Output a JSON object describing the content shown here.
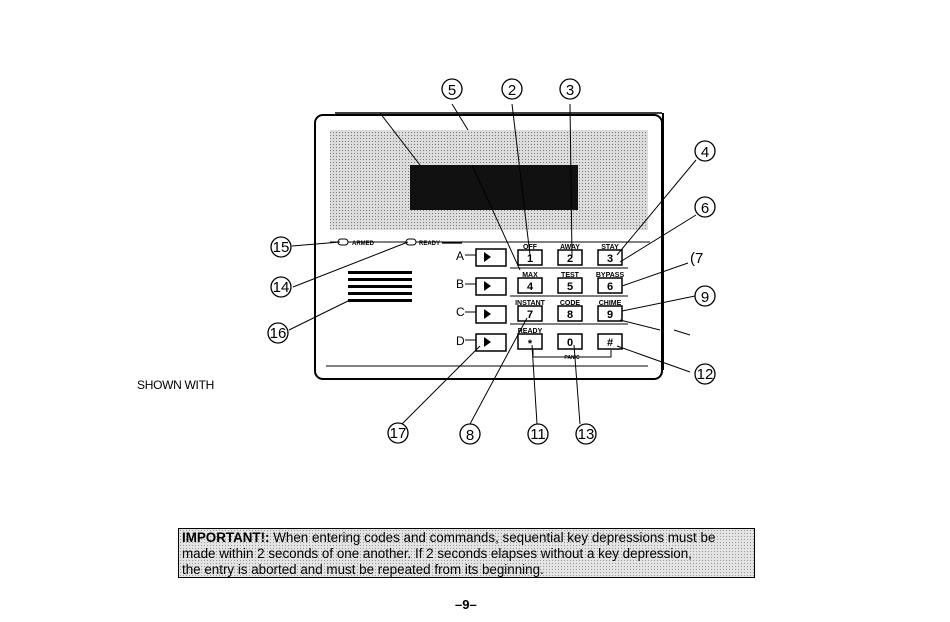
{
  "diagram": {
    "callouts": {
      "c5": "5",
      "c2": "2",
      "c3": "3",
      "c4": "4",
      "c6": "6",
      "c7": "(7",
      "c9": "9",
      "c12": "12",
      "c13": "13",
      "c11": "11",
      "c8": "8",
      "c17": "17",
      "c15": "15",
      "c14": "14",
      "c16": "16"
    },
    "indicators": {
      "armed": "ARMED",
      "ready": "READY"
    },
    "side_keys": [
      "A",
      "B",
      "C",
      "D"
    ],
    "keys": [
      {
        "top": "OFF",
        "face": "1"
      },
      {
        "top": "AWAY",
        "face": "2"
      },
      {
        "top": "STAY",
        "face": "3"
      },
      {
        "top": "MAX",
        "face": "4"
      },
      {
        "top": "TEST",
        "face": "5"
      },
      {
        "top": "BYPASS",
        "face": "6"
      },
      {
        "top": "INSTANT",
        "face": "7"
      },
      {
        "top": "CODE",
        "face": "8"
      },
      {
        "top": "CHIME",
        "face": "9"
      },
      {
        "top": "READY",
        "face": "*"
      },
      {
        "top": "",
        "face": "0"
      },
      {
        "top": "",
        "face": "#"
      }
    ],
    "panic_label": "PANIC"
  },
  "caption": {
    "shown_with": "SHOWN WITH"
  },
  "notice": {
    "lead": "IMPORTANT!:",
    "line1": " When entering codes and commands, sequential key depressions must be",
    "line2": "made within 2 seconds of one another.  If 2 seconds elapses without a key depression,",
    "line3": "the entry is aborted and must be repeated from its beginning."
  },
  "page_number": "–9–"
}
